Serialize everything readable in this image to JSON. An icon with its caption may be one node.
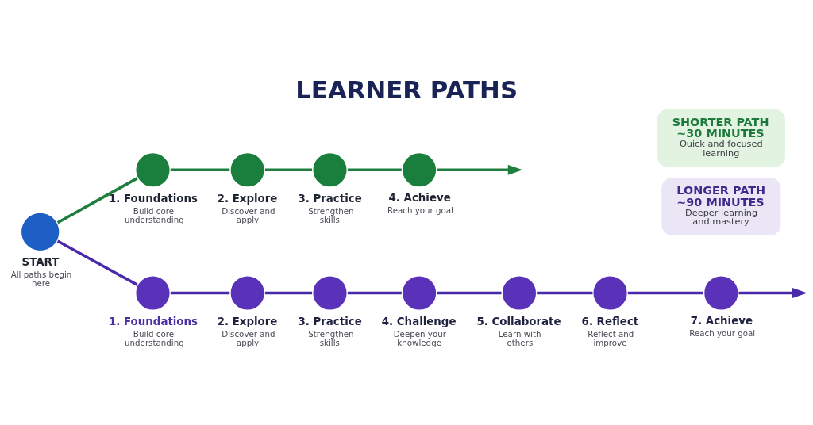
{
  "diagram": {
    "title": "LEARNER PATHS",
    "nodes": [
      {
        "text": [
          "START",
          "All paths begin here"
        ]
      },
      {
        "text": [
          "1. Foundations",
          "Build core understanding"
        ]
      },
      {
        "text": [
          "2. Explore",
          "Discover and apply"
        ]
      },
      {
        "text": [
          "3. Practice",
          "Strengthen skills"
        ]
      },
      {
        "text": [
          "4. Achieve",
          "Reach your goal"
        ]
      },
      {
        "text": [
          "SHORTER PATH ~30 MINUTES",
          "Quick and focused learning"
        ]
      },
      {
        "text": [
          "LONGER PATH ~90 MINUTES",
          "Deeper learning and mastery"
        ]
      },
      {
        "text": [
          "1. Foundations",
          "Build core understanding"
        ]
      },
      {
        "text": [
          "2. Explore",
          "Discover and apply"
        ]
      },
      {
        "text": [
          "3. Practice",
          "Strengthen skills"
        ]
      },
      {
        "text": [
          "4. Challenge",
          "Deepen your knowledge"
        ]
      },
      {
        "text": [
          "5. Collaborate",
          "Learn with others"
        ]
      },
      {
        "text": [
          "6. Reflect",
          "Reflect and improve"
        ]
      },
      {
        "text": [
          "7. Achieve",
          "Reach your goal"
        ]
      }
    ],
    "edges": [
      {
        "from": 0,
        "to": 1,
        "arrow": "none",
        "color": "#1e7e3e"
      },
      {
        "from": 1,
        "to": 2,
        "arrow": "none",
        "color": "#1e7e3e"
      },
      {
        "from": 2,
        "to": 3,
        "arrow": "none",
        "color": "#1e7e3e"
      },
      {
        "from": 3,
        "to": 4,
        "arrow": "none",
        "color": "#1e7e3e"
      },
      {
        "from": 4,
        "to": null,
        "arrow": "to",
        "color": "#1e7e3e"
      },
      {
        "from": 0,
        "to": 7,
        "arrow": "none"
      },
      {
        "from": 7,
        "to": 8,
        "arrow": "none"
      },
      {
        "from": 8,
        "to": 9,
        "arrow": "none"
      },
      {
        "from": 9,
        "to": 10,
        "arrow": "none"
      },
      {
        "from": 10,
        "to": 11,
        "arrow": "none"
      },
      {
        "from": 11,
        "to": 12,
        "arrow": "none"
      },
      {
        "from": 12,
        "to": 13,
        "arrow": "none"
      },
      {
        "from": 13,
        "to": null,
        "arrow": "to"
      }
    ]
  }
}
